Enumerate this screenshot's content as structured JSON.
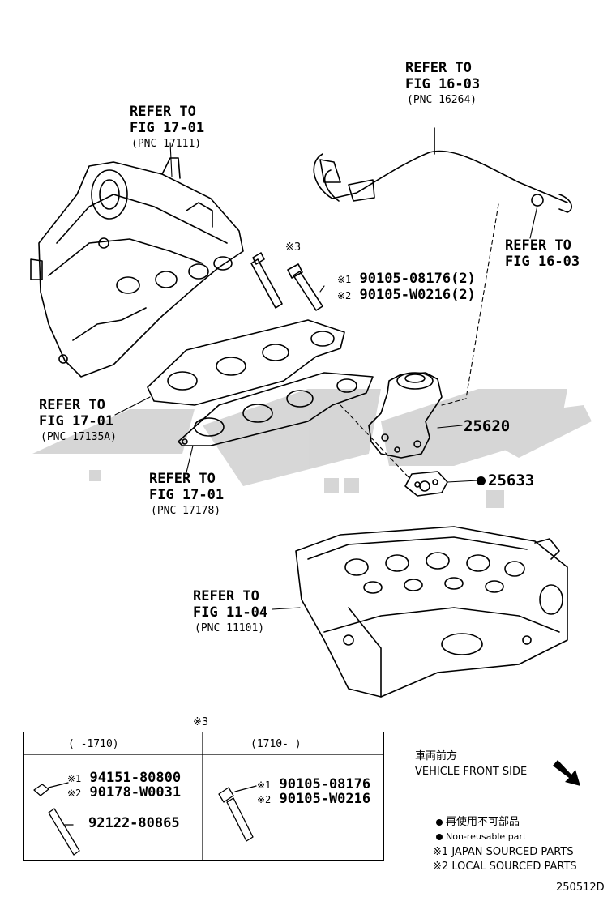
{
  "colors": {
    "line": "#000000",
    "watermark": "#d0d0d0",
    "background": "#ffffff"
  },
  "callouts": {
    "fig_16_03_top": {
      "line1": "REFER TO",
      "line2": "FIG 16-03",
      "pnc": "(PNC 16264)"
    },
    "fig_17_01_top": {
      "line1": "REFER TO",
      "line2": "FIG 17-01",
      "pnc": "(PNC 17111)"
    },
    "fig_16_03_right": {
      "line1": "REFER TO",
      "line2": "FIG 16-03"
    },
    "fig_17_01_mid": {
      "line1": "REFER TO",
      "line2": "FIG 17-01",
      "pnc": "(PNC 17135A)"
    },
    "fig_17_01_low": {
      "line1": "REFER TO",
      "line2": "FIG 17-01",
      "pnc": "(PNC 17178)"
    },
    "fig_11_04": {
      "line1": "REFER TO",
      "line2": "FIG 11-04",
      "pnc": "(PNC 11101)"
    }
  },
  "parts": {
    "bolt_ref_mark": "※3",
    "bolt_p1_mark": "※1",
    "bolt_p1": "90105-08176(2)",
    "bolt_p2_mark": "※2",
    "bolt_p2": "90105-W0216(2)",
    "egr_valve": "25620",
    "gasket": "25633"
  },
  "table": {
    "ref_mark": "※3",
    "col1_header": "(    -1710)",
    "col2_header": "(1710-    )",
    "col1": {
      "mark1": "※1",
      "part1": "94151-80800",
      "mark2": "※2",
      "part2": "90178-W0031",
      "part3": "92122-80865"
    },
    "col2": {
      "mark1": "※1",
      "part1": "90105-08176",
      "mark2": "※2",
      "part2": "90105-W0216"
    }
  },
  "legend": {
    "front_jp": "車両前方",
    "front_en": "VEHICLE FRONT SIDE",
    "nonreusable_jp": "再使用不可部品",
    "nonreusable_en": "Non-reusable part",
    "japan_mark": "※1",
    "japan": "JAPAN SOURCED PARTS",
    "local_mark": "※2",
    "local": "LOCAL SOURCED PARTS"
  },
  "figure_code": "250512D"
}
